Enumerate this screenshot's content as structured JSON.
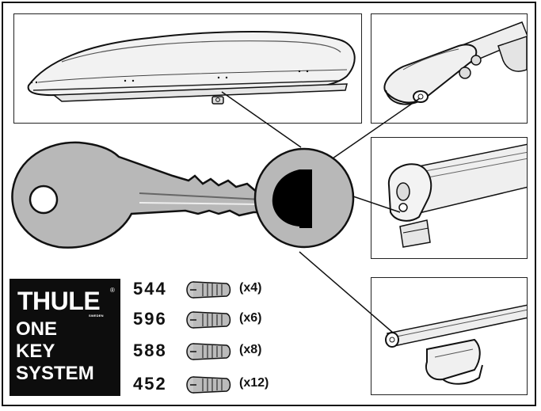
{
  "logo": {
    "brand": "THULE",
    "registered": "®",
    "country": "SWEDEN",
    "lines": [
      "ONE",
      "KEY",
      "SYSTEM"
    ]
  },
  "lock_cylinders": [
    {
      "code": "544",
      "quantity": "(x4)"
    },
    {
      "code": "596",
      "quantity": "(x6)"
    },
    {
      "code": "588",
      "quantity": "(x8)"
    },
    {
      "code": "452",
      "quantity": "(x12)"
    }
  ],
  "icons": {
    "key": "key-icon",
    "lock_face": "lock-cylinder-face-icon",
    "cylinder": "lock-cylinder-icon",
    "roof_box": "roof-box-illustration",
    "bar_foot": "roof-bar-foot-illustration",
    "bar_end": "roof-bar-end-illustration",
    "rail_foot": "railing-foot-illustration"
  }
}
